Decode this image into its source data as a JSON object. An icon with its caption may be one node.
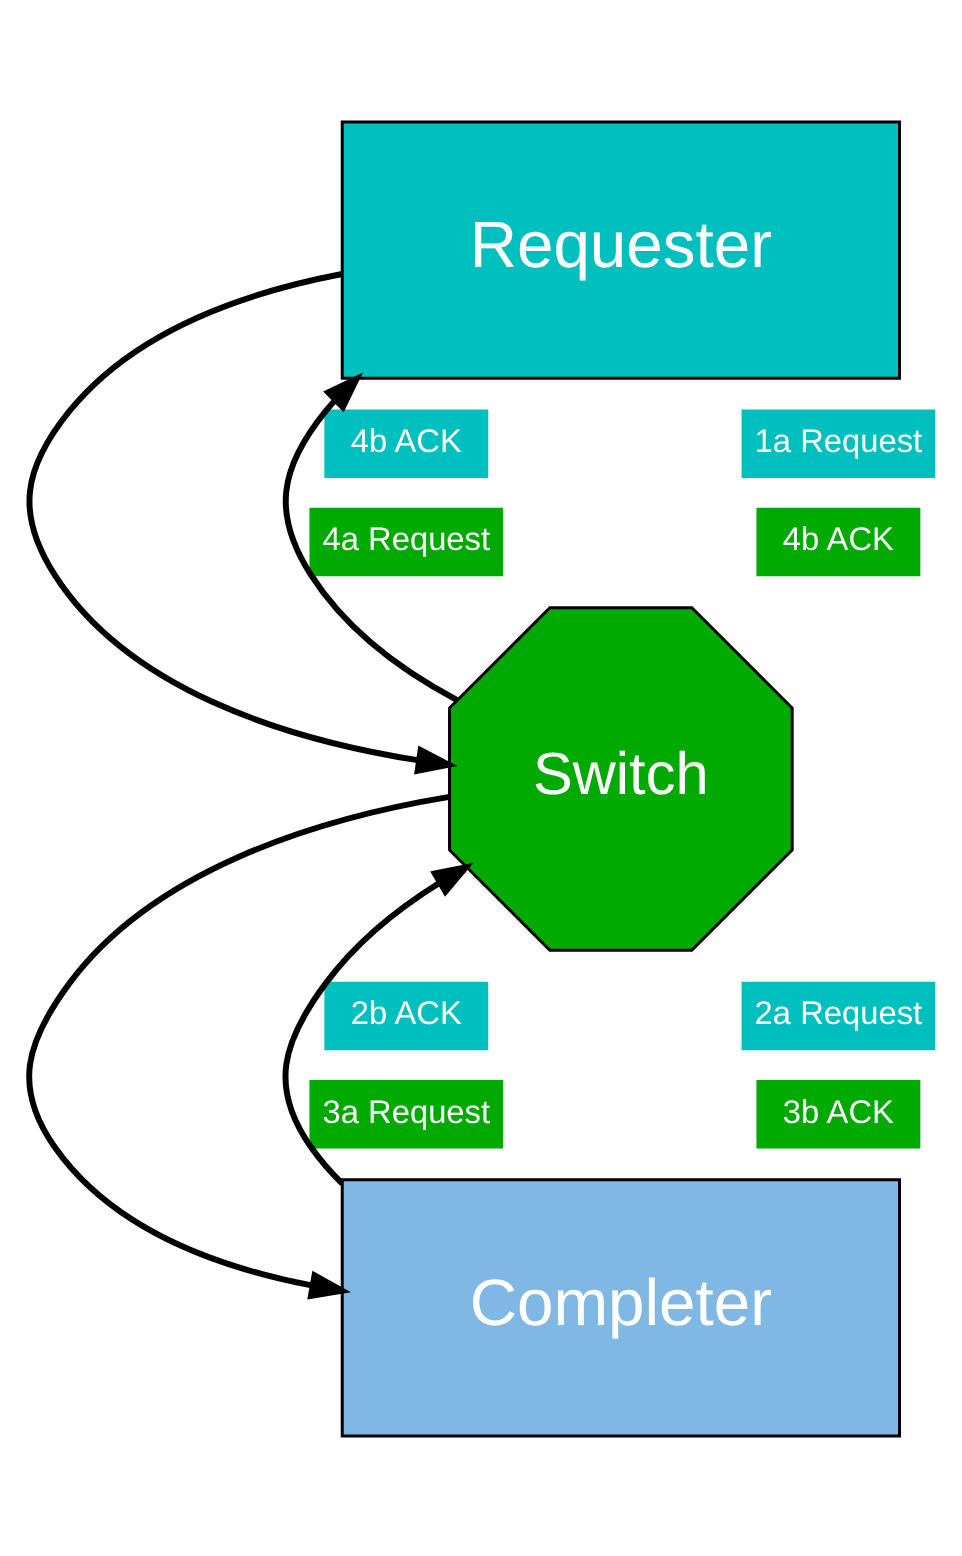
{
  "diagram": {
    "nodes": [
      {
        "text": [
          "Requester"
        ]
      },
      {
        "text": [
          "4b ACK"
        ]
      },
      {
        "text": [
          "1a Request"
        ]
      },
      {
        "text": [
          "4a Request"
        ]
      },
      {
        "text": [
          "4b ACK"
        ]
      },
      {
        "text": [
          "Switch"
        ]
      },
      {
        "text": [
          "2b ACK"
        ]
      },
      {
        "text": [
          "2a Request"
        ]
      },
      {
        "text": [
          "3a Request"
        ]
      },
      {
        "text": [
          "3b ACK"
        ]
      },
      {
        "text": [
          "Completer"
        ]
      }
    ],
    "edges": [
      {
        "from": 5,
        "to": 0,
        "arrow": "to"
      },
      {
        "from": 0,
        "to": 5,
        "arrow": "to"
      },
      {
        "from": 10,
        "to": 5,
        "arrow": "to"
      },
      {
        "from": 5,
        "to": 10,
        "arrow": "to"
      }
    ]
  }
}
